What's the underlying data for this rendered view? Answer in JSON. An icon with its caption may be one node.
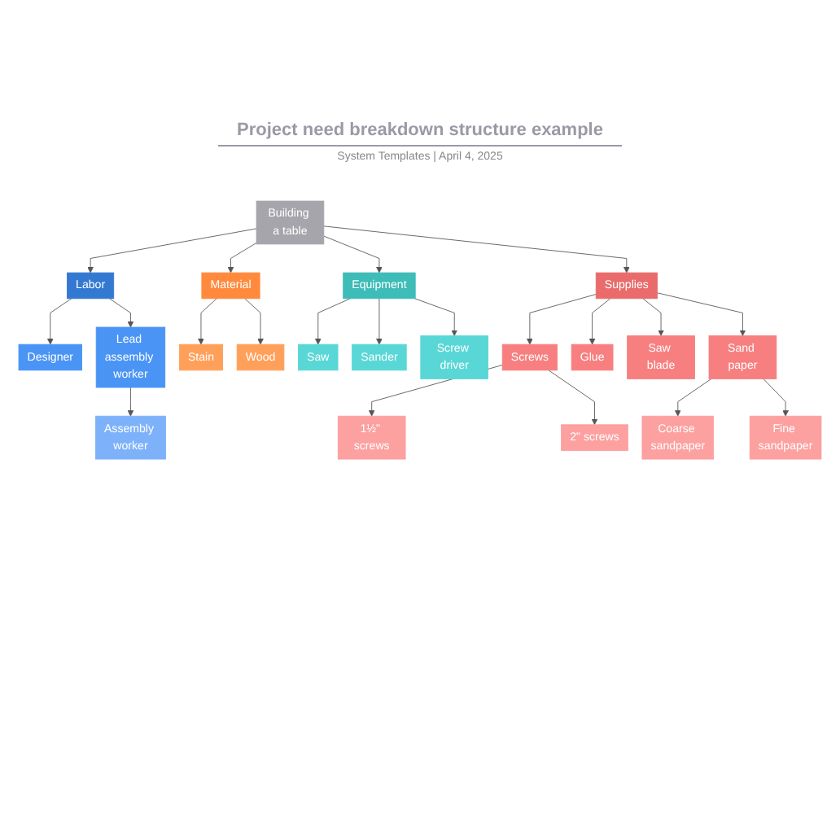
{
  "diagram": {
    "title": "Project need breakdown structure example",
    "caption": "System Templates | April 4, 2025",
    "nodes": [
      {
        "text": [
          "Building a table"
        ]
      },
      {
        "text": [
          "Labor"
        ]
      },
      {
        "text": [
          "Designer"
        ]
      },
      {
        "text": [
          "Lead assembly worker"
        ]
      },
      {
        "text": [
          "Assembly worker"
        ]
      },
      {
        "text": [
          "Material"
        ]
      },
      {
        "text": [
          "Stain"
        ]
      },
      {
        "text": [
          "Wood"
        ]
      },
      {
        "text": [
          "Equipment"
        ]
      },
      {
        "text": [
          "Saw"
        ]
      },
      {
        "text": [
          "Sander"
        ]
      },
      {
        "text": [
          "Screw driver"
        ]
      },
      {
        "text": [
          "Supplies"
        ]
      },
      {
        "text": [
          "Screws"
        ]
      },
      {
        "text": [
          "1½\" screws"
        ]
      },
      {
        "text": [
          "2\" screws"
        ]
      },
      {
        "text": [
          "Glue"
        ]
      },
      {
        "text": [
          "Saw blade"
        ]
      },
      {
        "text": [
          "Sand paper"
        ]
      },
      {
        "text": [
          "Coarse sandpaper"
        ]
      },
      {
        "text": [
          "Fine sandpaper"
        ]
      }
    ],
    "edges": [
      {
        "from": 0,
        "to": 1,
        "arrow": "to"
      },
      {
        "from": 0,
        "to": 5,
        "arrow": "to"
      },
      {
        "from": 0,
        "to": 8,
        "arrow": "to"
      },
      {
        "from": 0,
        "to": 12,
        "arrow": "to"
      },
      {
        "from": 1,
        "to": 2,
        "arrow": "to"
      },
      {
        "from": 1,
        "to": 3,
        "arrow": "to"
      },
      {
        "from": 3,
        "to": 4,
        "arrow": "to"
      },
      {
        "from": 5,
        "to": 6,
        "arrow": "to"
      },
      {
        "from": 5,
        "to": 7,
        "arrow": "to"
      },
      {
        "from": 8,
        "to": 9,
        "arrow": "to"
      },
      {
        "from": 8,
        "to": 10,
        "arrow": "to"
      },
      {
        "from": 8,
        "to": 11,
        "arrow": "to"
      },
      {
        "from": 12,
        "to": 13,
        "arrow": "to"
      },
      {
        "from": 12,
        "to": 16,
        "arrow": "to"
      },
      {
        "from": 12,
        "to": 17,
        "arrow": "to"
      },
      {
        "from": 12,
        "to": 18,
        "arrow": "to"
      },
      {
        "from": 13,
        "to": 14,
        "arrow": "to"
      },
      {
        "from": 13,
        "to": 15,
        "arrow": "to"
      },
      {
        "from": 18,
        "to": 19,
        "arrow": "to"
      },
      {
        "from": 18,
        "to": 20,
        "arrow": "to"
      }
    ]
  }
}
